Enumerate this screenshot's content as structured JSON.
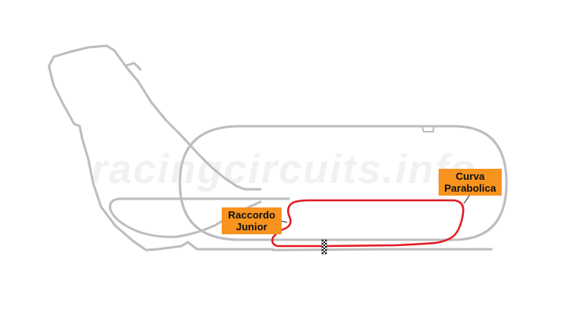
{
  "watermark": {
    "text": "racingcircuits.info"
  },
  "colors": {
    "track_inactive": "#bdbdbd",
    "track_active": "#e31b23",
    "label_bg": "#f7931e",
    "label_text": "#111111",
    "watermark": "#f1f1f1"
  },
  "icons": {
    "start_finish": "checkered-flag-icon"
  },
  "corners": [
    {
      "line1": "Curva",
      "line2": "Parabolica"
    },
    {
      "line1": "Raccordo",
      "line2": "Junior"
    }
  ]
}
